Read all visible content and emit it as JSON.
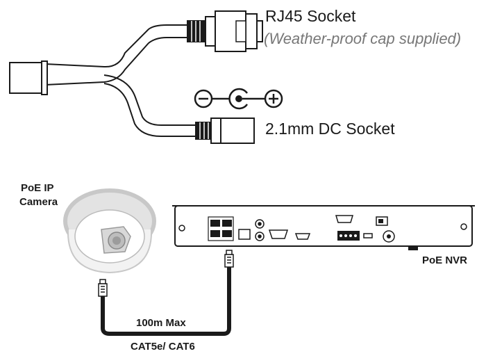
{
  "labels": {
    "rj45": "RJ45 Socket",
    "rj45_note": "(Weather-proof cap supplied)",
    "dc": "2.1mm DC Socket",
    "camera_line1": "PoE IP",
    "camera_line2": "Camera",
    "nvr": "PoE NVR",
    "max_len": "100m Max",
    "cable_type": "CAT5e/ CAT6"
  },
  "icons": {
    "polarity": [
      "minus-icon",
      "dc-center-icon",
      "plus-icon"
    ]
  },
  "colors": {
    "ink": "#1a1a1a",
    "note": "#777777",
    "dome": "#c8c8c8"
  }
}
